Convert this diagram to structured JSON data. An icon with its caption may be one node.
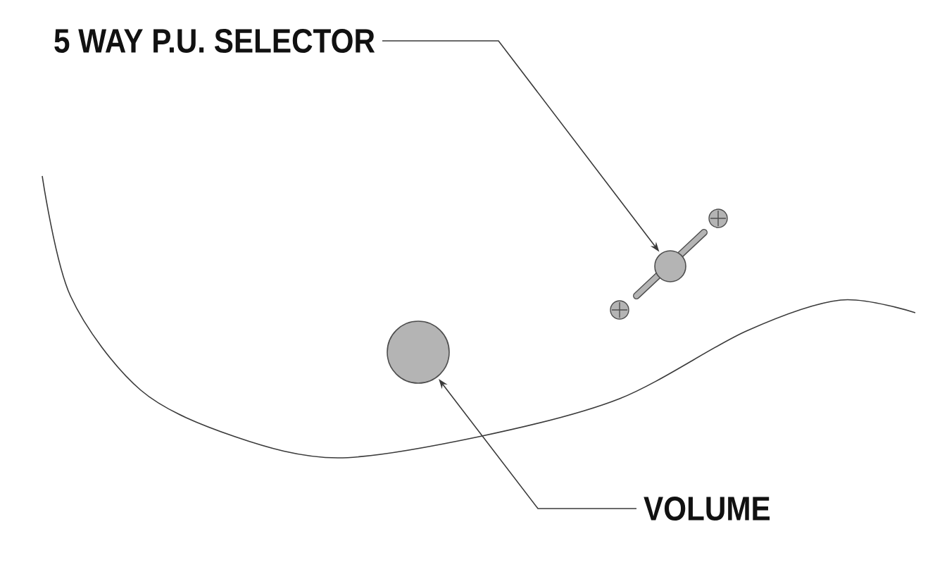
{
  "diagram": {
    "nodes": [
      {
        "text": [
          "5 WAY P.U. SELECTOR"
        ]
      },
      {
        "text": [],
        "shape": "circle"
      },
      {
        "text": [],
        "shape": "circle"
      },
      {
        "text": [
          "VOLUME"
        ]
      }
    ],
    "edges": [
      {
        "from": 0,
        "to": 1,
        "arrow": "to"
      },
      {
        "from": 3,
        "to": 2,
        "arrow": "to"
      }
    ]
  }
}
